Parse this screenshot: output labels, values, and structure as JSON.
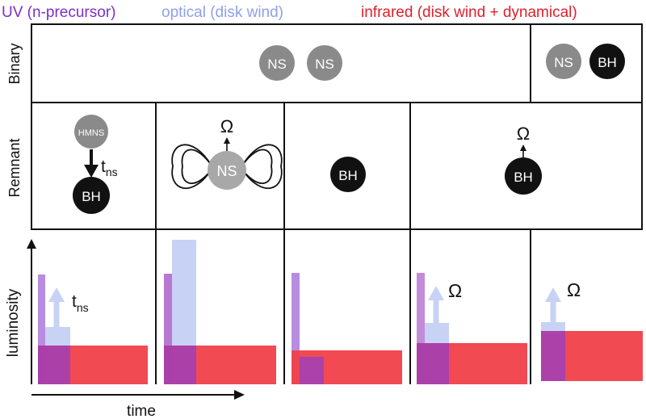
{
  "legend": {
    "uv": "UV (n-precursor)",
    "optical": "optical (disk wind)",
    "infrared": "infrared (disk wind + dynamical)"
  },
  "rows": {
    "binary": "Binary",
    "remnant": "Remnant",
    "luminosity": "luminosity",
    "time": "time"
  },
  "binary": {
    "ns_a": "NS",
    "ns_b": "NS",
    "ns_c": "NS",
    "bh": "BH"
  },
  "remnant": {
    "hmns": "HMNS",
    "bh_collapse": "BH",
    "t_ns": "t",
    "t_ns_sub": "ns",
    "omega_ns": "Ω",
    "ns": "NS",
    "bh_plain": "BH",
    "omega_bh": "Ω",
    "bh_spin": "BH"
  },
  "panels": {
    "t_label": "t",
    "t_label_sub": "ns",
    "omega_4": "Ω",
    "omega_5": "Ω"
  },
  "colors": {
    "uv": "#7d2fc8",
    "optical": "#7a8fe6",
    "infrared": "#e0202a",
    "ns_fill": "#8a8a8a",
    "bh_fill": "#111111"
  }
}
